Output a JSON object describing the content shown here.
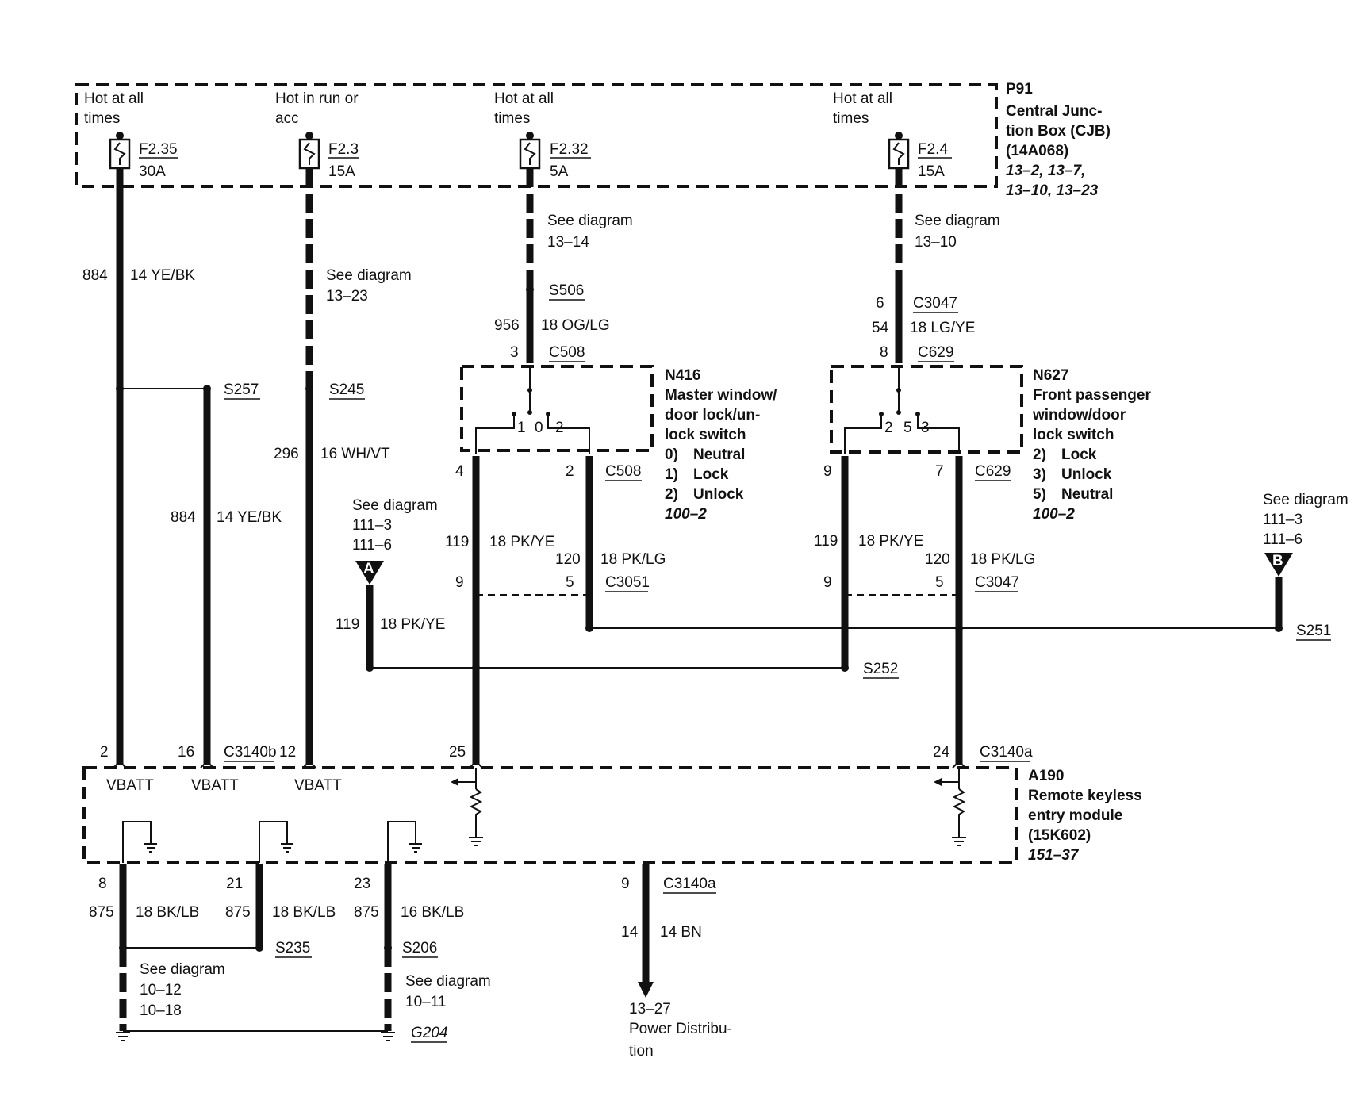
{
  "p91": {
    "id": "P91",
    "name_l1": "Central Junc-",
    "name_l2": "tion Box (CJB)",
    "part": "(14A068)",
    "refs_l1": "13–2, 13–7,",
    "refs_l2": "13–10, 13–23"
  },
  "fuses": [
    {
      "hot_l1": "Hot at all",
      "hot_l2": "times",
      "id": "F2.35",
      "rating": "30A"
    },
    {
      "hot_l1": "Hot in run or",
      "hot_l2": "acc",
      "id": "F2.3",
      "rating": "15A"
    },
    {
      "hot_l1": "Hot at all",
      "hot_l2": "times",
      "id": "F2.32",
      "rating": "5A"
    },
    {
      "hot_l1": "Hot at all",
      "hot_l2": "times",
      "id": "F2.4",
      "rating": "15A"
    }
  ],
  "wires": {
    "w884_top": {
      "circuit": "884",
      "gauge": "14 YE/BK"
    },
    "w884_s257": {
      "circuit": "884",
      "gauge": "14 YE/BK"
    },
    "w296": {
      "circuit": "296",
      "gauge": "16 WH/VT"
    },
    "w956": {
      "circuit": "956",
      "gauge": "18 OG/LG"
    },
    "w54": {
      "circuit": "54",
      "gauge": "18 LG/YE"
    },
    "w119_n416": {
      "circuit": "119",
      "gauge": "18 PK/YE"
    },
    "w120_n416": {
      "circuit": "120",
      "gauge": "18 PK/LG"
    },
    "w119_n627": {
      "circuit": "119",
      "gauge": "18 PK/YE"
    },
    "w120_n627": {
      "circuit": "120",
      "gauge": "18 PK/LG"
    },
    "w119_a": {
      "circuit": "119",
      "gauge": "18 PK/YE"
    },
    "w875_1": {
      "circuit": "875",
      "gauge": "18 BK/LB"
    },
    "w875_2": {
      "circuit": "875",
      "gauge": "18 BK/LB"
    },
    "w875_3": {
      "circuit": "875",
      "gauge": "16 BK/LB"
    },
    "w14": {
      "circuit": "14",
      "gauge": "14 BN"
    }
  },
  "see": {
    "s1314": {
      "l1": "See diagram",
      "l2": "13–14"
    },
    "s1310": {
      "l1": "See diagram",
      "l2": "13–10"
    },
    "s1323": {
      "l1": "See diagram",
      "l2": "13–23"
    },
    "s111a": {
      "l1": "See diagram",
      "l2": "111–3",
      "l3": "111–6"
    },
    "s111b": {
      "l1": "See diagram",
      "l2": "111–3",
      "l3": "111–6"
    },
    "s1012": {
      "l1": "See diagram",
      "l2": "10–12",
      "l3": "10–18"
    },
    "s1011": {
      "l1": "See diagram",
      "l2": "10–11"
    }
  },
  "splices": {
    "s257": "S257",
    "s245": "S245",
    "s506": "S506",
    "s252": "S252",
    "s251": "S251",
    "s235": "S235",
    "s206": "S206",
    "g204": "G204"
  },
  "connectors": {
    "c508": "C508",
    "c508b": "C508",
    "c3047": "C3047",
    "c3047b": "C3047",
    "c629": "C629",
    "c629b": "C629",
    "c3051": "C3051",
    "c3140b": "C3140b",
    "c3140a": "C3140a",
    "c3140a2": "C3140a"
  },
  "pins": {
    "c508_3": "3",
    "c3047_6": "6",
    "c629_8": "8",
    "n416_4": "4",
    "n416_2": "2",
    "n627_9": "9",
    "n627_7": "7",
    "c3051_9": "9",
    "c3051_5": "5",
    "c3047_9": "9",
    "c3047_5": "5",
    "a2": "2",
    "a16": "16",
    "a12": "12",
    "a25": "25",
    "a24": "24",
    "a8": "8",
    "a21": "21",
    "a23": "23",
    "a9": "9"
  },
  "n416": {
    "id": "N416",
    "l1": "Master window/",
    "l2": "door lock/un-",
    "l3": "lock switch",
    "o0": "0)",
    "o0t": "Neutral",
    "o1": "1)",
    "o1t": "Lock",
    "o2": "2)",
    "o2t": "Unlock",
    "ref": "100–2",
    "sw1": "1",
    "sw0": "0",
    "sw2": "2"
  },
  "n627": {
    "id": "N627",
    "l1": "Front passenger",
    "l2": "window/door",
    "l3": "lock switch",
    "o2": "2)",
    "o2t": "Lock",
    "o3": "3)",
    "o3t": "Unlock",
    "o5": "5)",
    "o5t": "Neutral",
    "ref": "100–2",
    "sw2": "2",
    "sw5": "5",
    "sw3": "3"
  },
  "a190": {
    "id": "A190",
    "l1": "Remote keyless",
    "l2": "entry module",
    "part": "(15K602)",
    "ref": "151–37",
    "vbatt1": "VBATT",
    "vbatt2": "VBATT",
    "vbatt3": "VBATT"
  },
  "flags": {
    "a": "A",
    "b": "B"
  },
  "power": {
    "ref": "13–27",
    "l1": "Power Distribu-",
    "l2": "tion"
  }
}
